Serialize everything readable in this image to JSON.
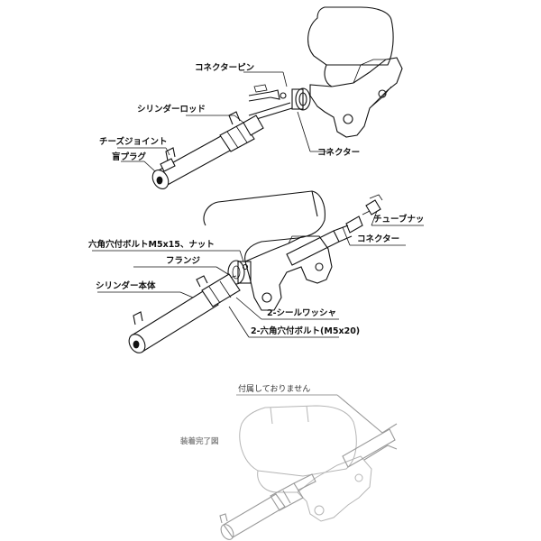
{
  "diagram1": {
    "labels": {
      "connector_pin": "コネクターピン",
      "cylinder_rod": "シリンダーロッド",
      "cheese_joint": "チーズジョイント",
      "blind_plug": "盲プラグ",
      "connector": "コネクター"
    }
  },
  "diagram2": {
    "labels": {
      "hex_bolt_nut": "六角穴付ボルトM5x15、ナット",
      "flange": "フランジ",
      "cylinder_body": "シリンダー本体",
      "seal_washer": "2-シールワッシャ",
      "hex_bolt": "2-六角穴付ボルト(M5x20)",
      "tube_nut": "チューブナッ",
      "connector": "コネクター"
    }
  },
  "diagram3": {
    "labels": {
      "not_included": "付属しておりません",
      "installed_view": "装着完了図"
    }
  }
}
